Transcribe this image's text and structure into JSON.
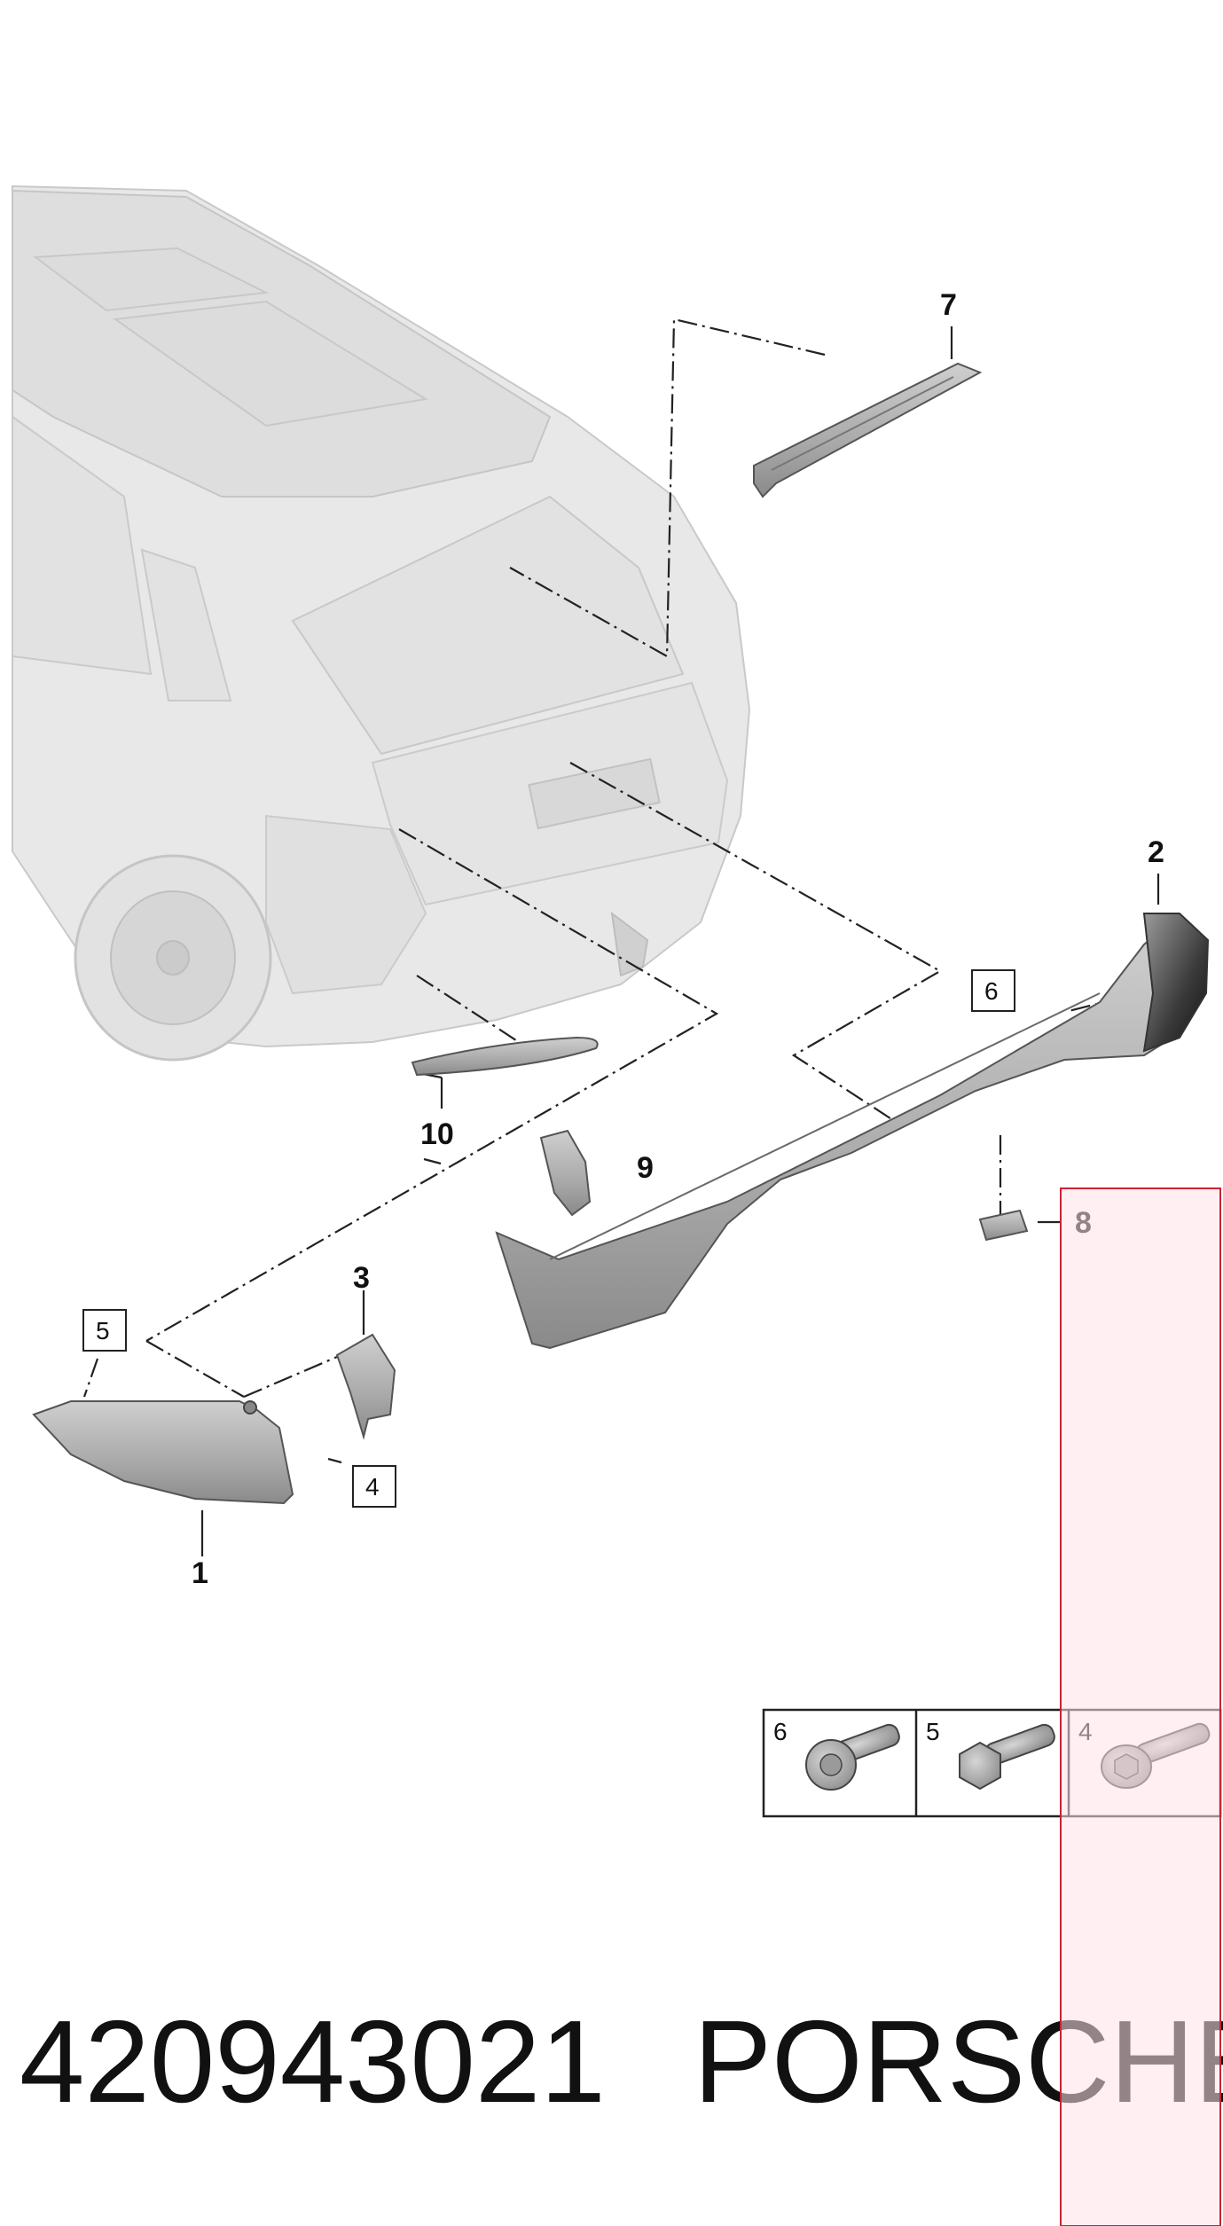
{
  "diagram": {
    "callouts": {
      "c1": "1",
      "c2": "2",
      "c3": "3",
      "c7": "7",
      "c8": "8",
      "c9": "9",
      "c10": "10"
    },
    "boxed_refs": {
      "b6": "6",
      "b5": "5",
      "b4": "4"
    },
    "fastener_table": {
      "cells": [
        {
          "label": "6"
        },
        {
          "label": "5"
        },
        {
          "label": "4"
        }
      ]
    },
    "footer": {
      "part_number": "420943021",
      "brand": "PORSCHE"
    },
    "colors": {
      "highlight_fill": "#ffe0e8",
      "highlight_border": "#cc2233"
    }
  }
}
